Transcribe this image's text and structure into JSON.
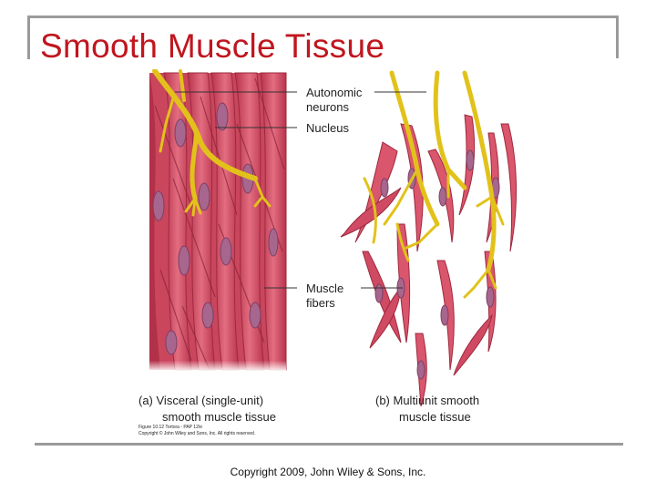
{
  "slide": {
    "title": "Smooth Muscle Tissue",
    "footer": "Copyright 2009, John Wiley & Sons, Inc."
  },
  "figure": {
    "labels": {
      "autonomic_line1": "Autonomic",
      "autonomic_line2": "neurons",
      "nucleus": "Nucleus",
      "muscle_line1": "Muscle",
      "muscle_line2": "fibers"
    },
    "caption_a": {
      "line1": "(a) Visceral (single-unit)",
      "line2": "smooth muscle tissue"
    },
    "caption_b": {
      "line1": "(b) Multiunit smooth",
      "line2": "muscle tissue"
    },
    "credit_line1": "Figure 10.12  Tortora - PAP 12/e",
    "credit_line2": "Copyright © John Wiley and Sons, Inc. All rights reserved."
  },
  "colors": {
    "title": "#c0161f",
    "fiber": "#d9566c",
    "fiber_edge": "#9e2a3f",
    "nucleus": "#a7668d",
    "neuron": "#e2c21a",
    "frame": "#9a9a9a"
  }
}
